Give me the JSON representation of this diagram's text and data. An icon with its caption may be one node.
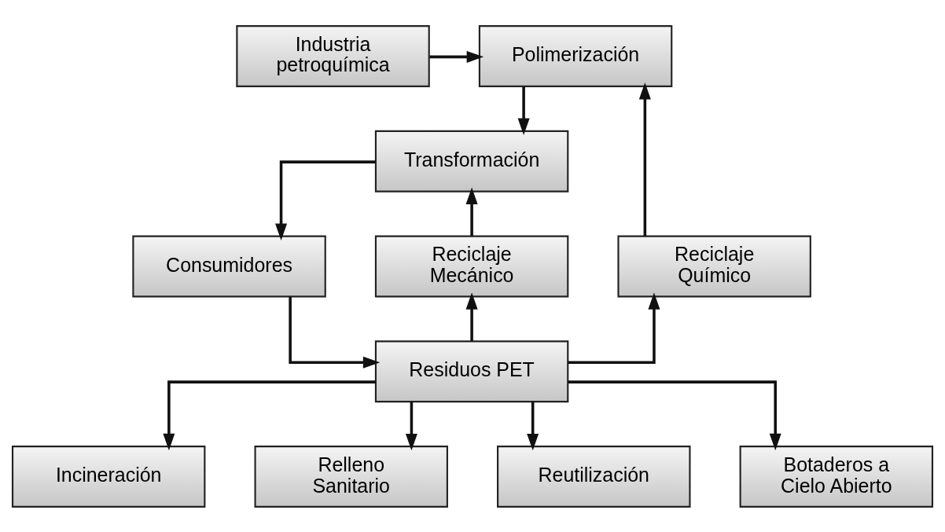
{
  "diagram": {
    "nodes": [
      {
        "text": [
          "Industria petroquímica"
        ]
      },
      {
        "text": [
          "Polimerización"
        ]
      },
      {
        "text": [
          "Transformación"
        ]
      },
      {
        "text": [
          "Reciclaje Químico"
        ]
      },
      {
        "text": [
          "Reciclaje Mecánico"
        ]
      },
      {
        "text": [
          "Consumidores"
        ]
      },
      {
        "text": [
          "Residuos PET"
        ]
      },
      {
        "text": [
          "Incineración"
        ]
      },
      {
        "text": [
          "Relleno Sanitario"
        ]
      },
      {
        "text": [
          "Reutilización"
        ]
      },
      {
        "text": [
          "Botaderos a Cielo Abierto"
        ]
      }
    ],
    "edges": [
      {
        "from": 0,
        "to": 1,
        "arrow": "to"
      },
      {
        "from": 1,
        "to": 2,
        "arrow": "to"
      },
      {
        "from": 2,
        "to": 5,
        "arrow": "to"
      },
      {
        "from": 5,
        "to": 6,
        "arrow": "to"
      },
      {
        "from": 6,
        "to": 3,
        "arrow": "to"
      },
      {
        "from": 6,
        "to": 4,
        "arrow": "to"
      },
      {
        "from": 4,
        "to": 2,
        "arrow": "to"
      },
      {
        "from": 3,
        "to": 1,
        "arrow": "to"
      },
      {
        "from": 6,
        "to": 7,
        "arrow": "to"
      },
      {
        "from": 6,
        "to": 8,
        "arrow": "to"
      },
      {
        "from": 6,
        "to": 9,
        "arrow": "to"
      },
      {
        "from": 6,
        "to": 10,
        "arrow": "to"
      }
    ]
  }
}
